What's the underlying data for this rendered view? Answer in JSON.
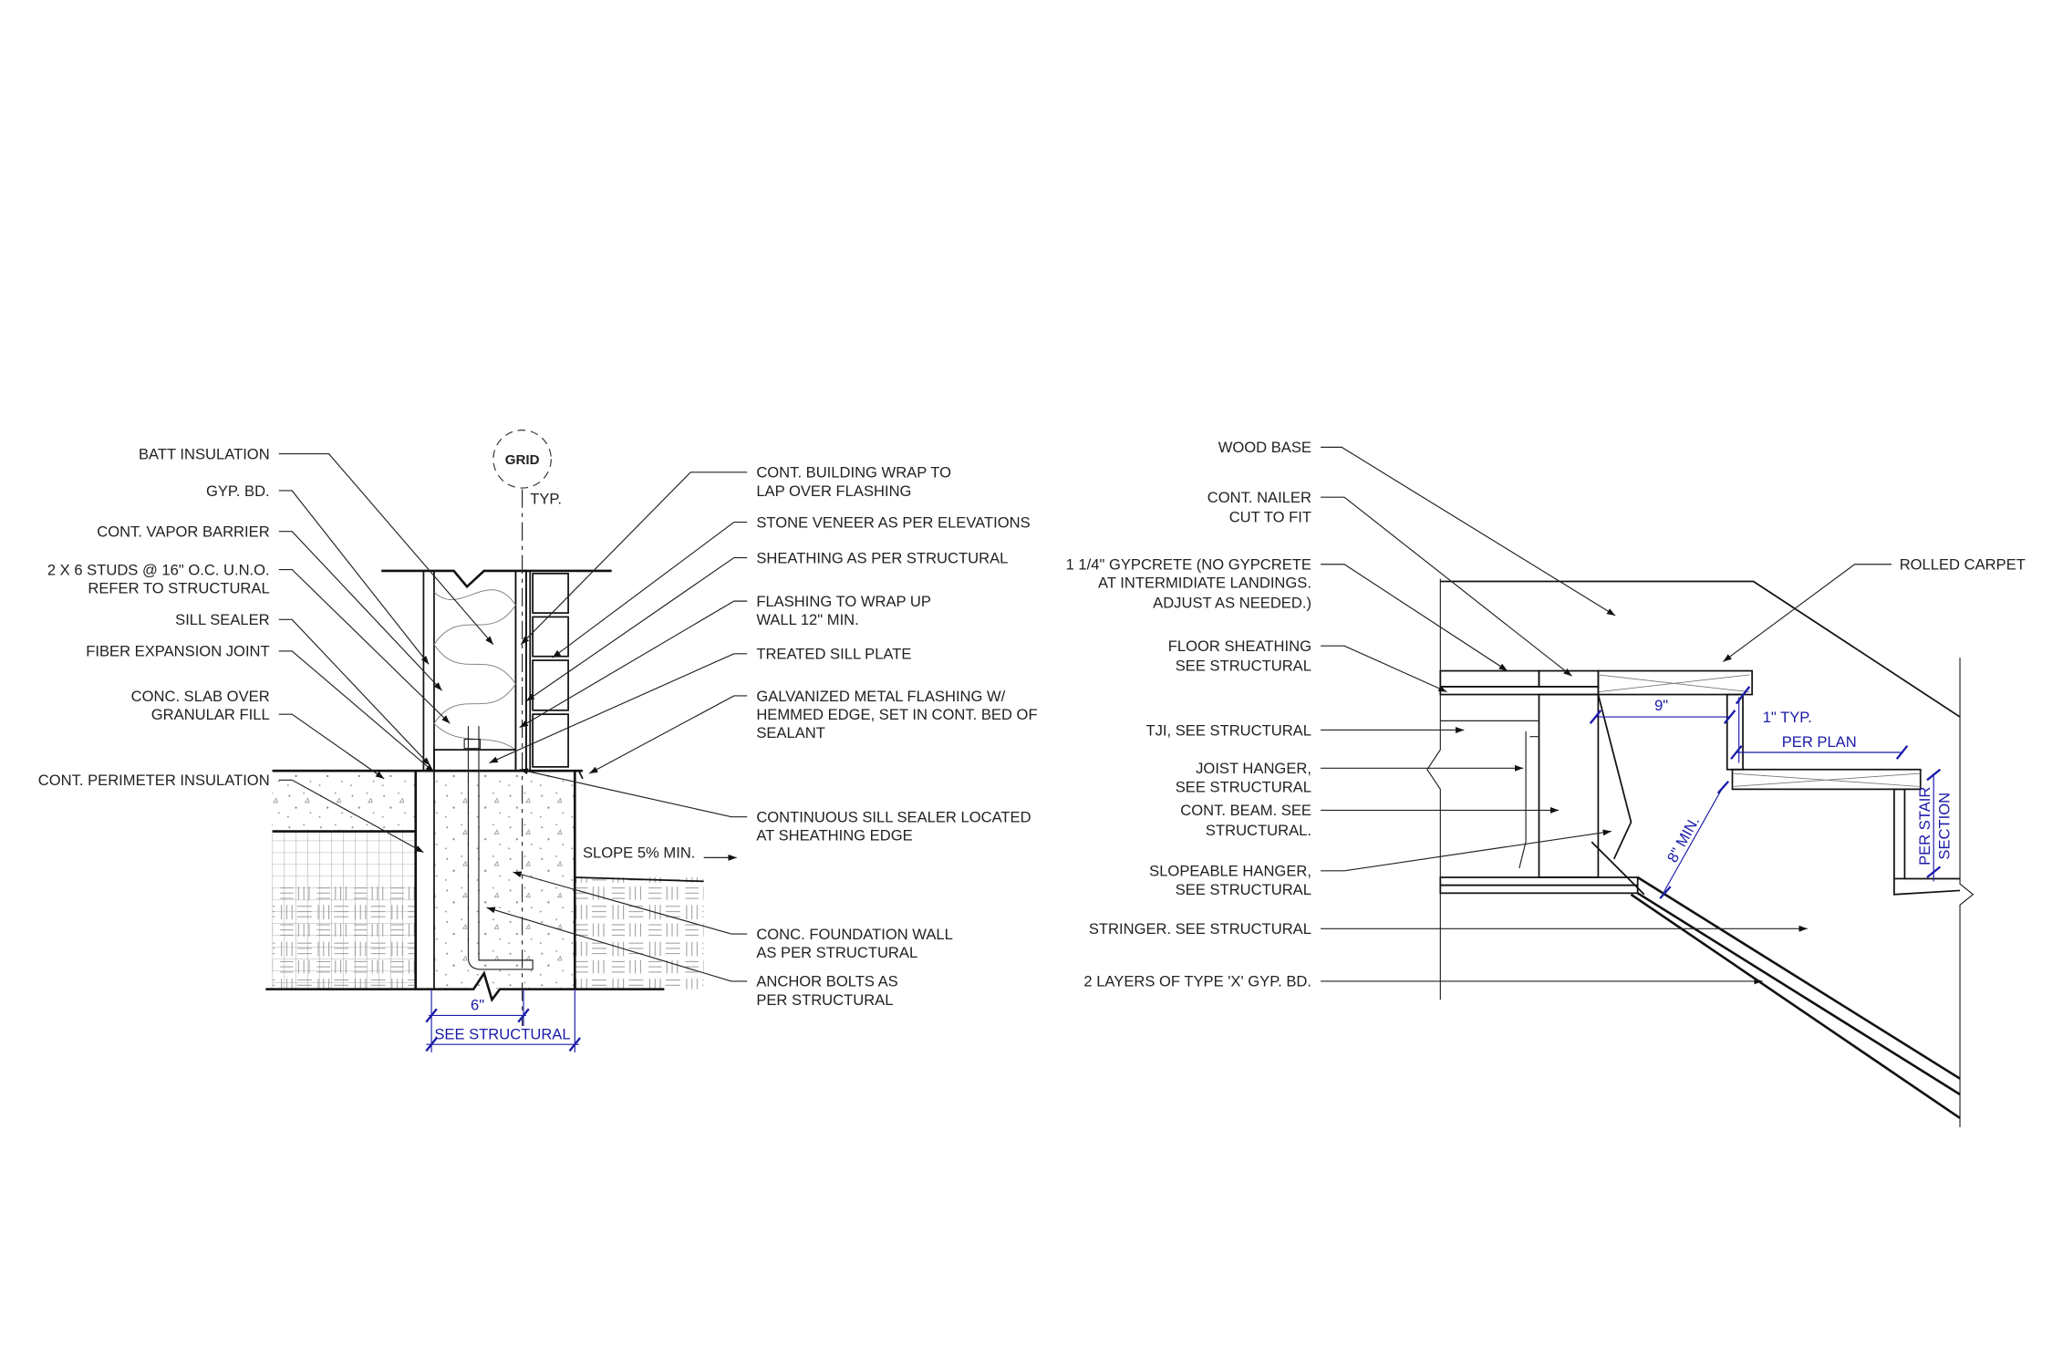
{
  "wall_detail": {
    "grid_bubble": "GRID",
    "grid_note": "TYP.",
    "left_labels": [
      [
        "BATT INSULATION"
      ],
      [
        "GYP. BD."
      ],
      [
        "CONT. VAPOR BARRIER"
      ],
      [
        "2 X 6 STUDS @ 16\" O.C. U.N.O.",
        "REFER TO STRUCTURAL"
      ],
      [
        "SILL SEALER"
      ],
      [
        "FIBER EXPANSION JOINT"
      ],
      [
        "CONC. SLAB OVER",
        "GRANULAR FILL"
      ],
      [
        "CONT. PERIMETER INSULATION"
      ]
    ],
    "right_labels": [
      [
        "CONT. BUILDING WRAP TO",
        "LAP OVER FLASHING"
      ],
      [
        "STONE VENEER AS PER ELEVATIONS"
      ],
      [
        "SHEATHING AS PER STRUCTURAL"
      ],
      [
        "FLASHING TO WRAP UP",
        "WALL 12\" MIN."
      ],
      [
        "TREATED SILL PLATE"
      ],
      [
        "GALVANIZED METAL FLASHING W/",
        "HEMMED EDGE, SET IN CONT. BED OF",
        "SEALANT"
      ],
      [
        "CONTINUOUS SILL SEALER LOCATED",
        "AT SHEATHING EDGE"
      ],
      [
        "CONC. FOUNDATION WALL",
        "AS PER STRUCTURAL"
      ],
      [
        "ANCHOR BOLTS AS",
        "PER STRUCTURAL"
      ]
    ],
    "slope_note": "SLOPE 5% MIN.",
    "dim_wall": "6\"",
    "dim_foundation": "SEE STRUCTURAL"
  },
  "stair_detail": {
    "left_labels": [
      [
        "WOOD BASE"
      ],
      [
        "CONT. NAILER",
        "CUT TO FIT"
      ],
      [
        "1 1/4\" GYPCRETE (NO GYPCRETE",
        "AT INTERMIDIATE LANDINGS.",
        "ADJUST   AS NEEDED.)"
      ],
      [
        "FLOOR SHEATHING",
        "SEE STRUCTURAL"
      ],
      [
        "TJI, SEE STRUCTURAL"
      ],
      [
        "JOIST HANGER,",
        "SEE STRUCTURAL"
      ],
      [
        "CONT. BEAM. SEE",
        "STRUCTURAL."
      ],
      [
        "SLOPEABLE HANGER,",
        "SEE STRUCTURAL"
      ],
      [
        "STRINGER. SEE STRUCTURAL"
      ],
      [
        "2 LAYERS OF TYPE 'X' GYP. BD."
      ]
    ],
    "rolled_carpet": "ROLLED CARPET",
    "dim_nosing_gap": "9\"",
    "dim_typ": "1\" TYP.",
    "dim_per_plan": "PER PLAN",
    "dim_headroom": "8\" MIN.",
    "dim_riser_1": "PER STAIR",
    "dim_riser_2": "SECTION"
  }
}
